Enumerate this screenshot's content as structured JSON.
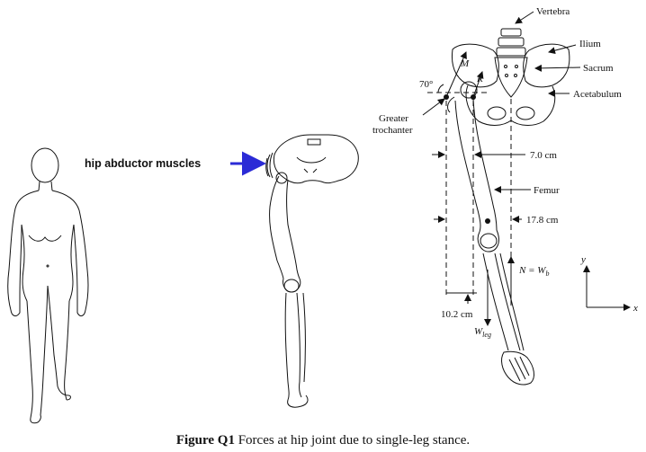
{
  "labels": {
    "hip_abductor": "hip abductor muscles",
    "vertebra": "Vertebra",
    "ilium": "Ilium",
    "sacrum": "Sacrum",
    "acetabulum": "Acetabulum",
    "angle": "70°",
    "greater_line1": "Greater",
    "greater_line2": "trochanter",
    "dim_7": "7.0 cm",
    "femur": "Femur",
    "dim_17": "17.8 cm",
    "dim_10": "10.2 cm",
    "force_m": "M",
    "force_r": "R",
    "normal_force": "N = W",
    "normal_sub": "b",
    "w_leg": "W",
    "w_leg_sub": "leg",
    "axis_y": "y",
    "axis_x": "x"
  },
  "caption": {
    "bold": "Figure Q1",
    "text": " Forces at hip joint due to single-leg stance."
  },
  "colors": {
    "arrow_blue": "#2b2bd6",
    "ink": "#111111"
  }
}
